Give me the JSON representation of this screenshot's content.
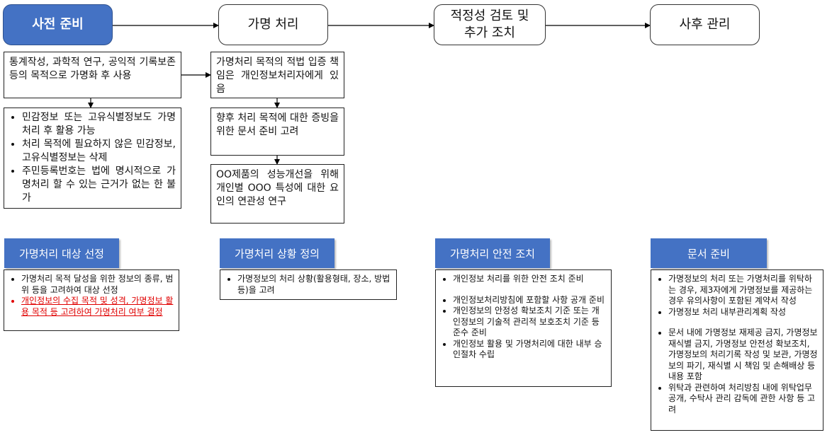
{
  "stages": [
    {
      "label": "사전 준비"
    },
    {
      "label": "가명 처리"
    },
    {
      "label": "적정성 검토 및\n추가 조치"
    },
    {
      "label": "사후 관리"
    }
  ],
  "prep": {
    "purpose": "통계작성, 과학적 연구, 공익적 기록보존 등의 목적으로 가명화 후 사용",
    "bullets": [
      "민감정보 또는 고유식별정보도 가명처리 후 활용 가능",
      "처리 목적에 필요하지 않은 민감정보, 고유식별정보는 삭제",
      "주민등록번호는 법에 명시적으로 가명처리 할 수 있는 근거가 없는 한 불가"
    ]
  },
  "process": {
    "box1": "가명처리 목적의 적법 입증 책임은 개인정보처리자에게 있음",
    "box2": "향후 처리 목적에 대한 증빙을 위한 문서 준비 고려",
    "box3": "OO제품의 성능개선을 위해 개인별 OOO 특성에 대한 요인의 연관성 연구"
  },
  "sections": [
    {
      "title": "가명처리 대상 선정",
      "items": [
        {
          "text": "가명처리 목적 달성을 위한 정보의 종류, 범위 등을 고려하여 대상 선정",
          "highlight": false
        },
        {
          "text": "개인정보의 수집 목적 및 성격, 가명정보 활용 목적 등 고려하여 가명처리 여부 결정",
          "highlight": true
        }
      ]
    },
    {
      "title": "가명처리 상황 정의",
      "items": [
        {
          "text": "가명정보의 처리 상황(활용형태, 장소, 방법 등)을 고려",
          "highlight": false
        }
      ]
    },
    {
      "title": "가명처리 안전 조치",
      "items": [
        {
          "text": "개인정보 처리를 위한 안전 조치 준비",
          "highlight": false
        },
        {
          "text": "개인정보처리방침에 포함할 사항 공개 준비",
          "highlight": false
        },
        {
          "text": "개인정보의 안정성 확보조치 기준 또는 개인정보의 기술적 관리적 보호조치 기준 등 준수 준비",
          "highlight": false
        },
        {
          "text": "개인정보 활용 및 가명처리에 대한 내부 승인절차 수립",
          "highlight": false
        }
      ]
    },
    {
      "title": "문서 준비",
      "items": [
        {
          "text": "가명정보의 처리 또는 가명처리를 위탁하는 경우, 제3자에게 가명정보를 제공하는 경우 유의사항이 포함된 계약서 작성",
          "highlight": false
        },
        {
          "text": "가명정보 처리 내부관리계획 작성",
          "highlight": false
        },
        {
          "text": "문서 내에 가명정보 재제공 금지, 가명정보 재식별 금지, 가명정보 안전성 확보조치, 가명정보의 처리기록 작성 및 보관, 가명정보의 파기, 재식별 시 책임 및 손해배상 등 내용 포함",
          "highlight": false
        },
        {
          "text": "위탁과 관련하여 처리방침 내에 위탁업무 공개, 수탁사 관리 감독에 관한 사항 등 고려",
          "highlight": false
        }
      ]
    }
  ]
}
